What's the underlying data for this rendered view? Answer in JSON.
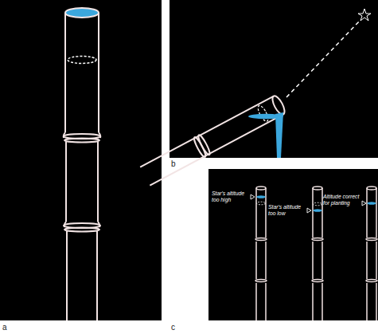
{
  "diagram": {
    "labels": [
      "a",
      "b",
      "c",
      "Star's altitude too high",
      "Star's altitude too low",
      "Altitude correct for planting"
    ]
  }
}
